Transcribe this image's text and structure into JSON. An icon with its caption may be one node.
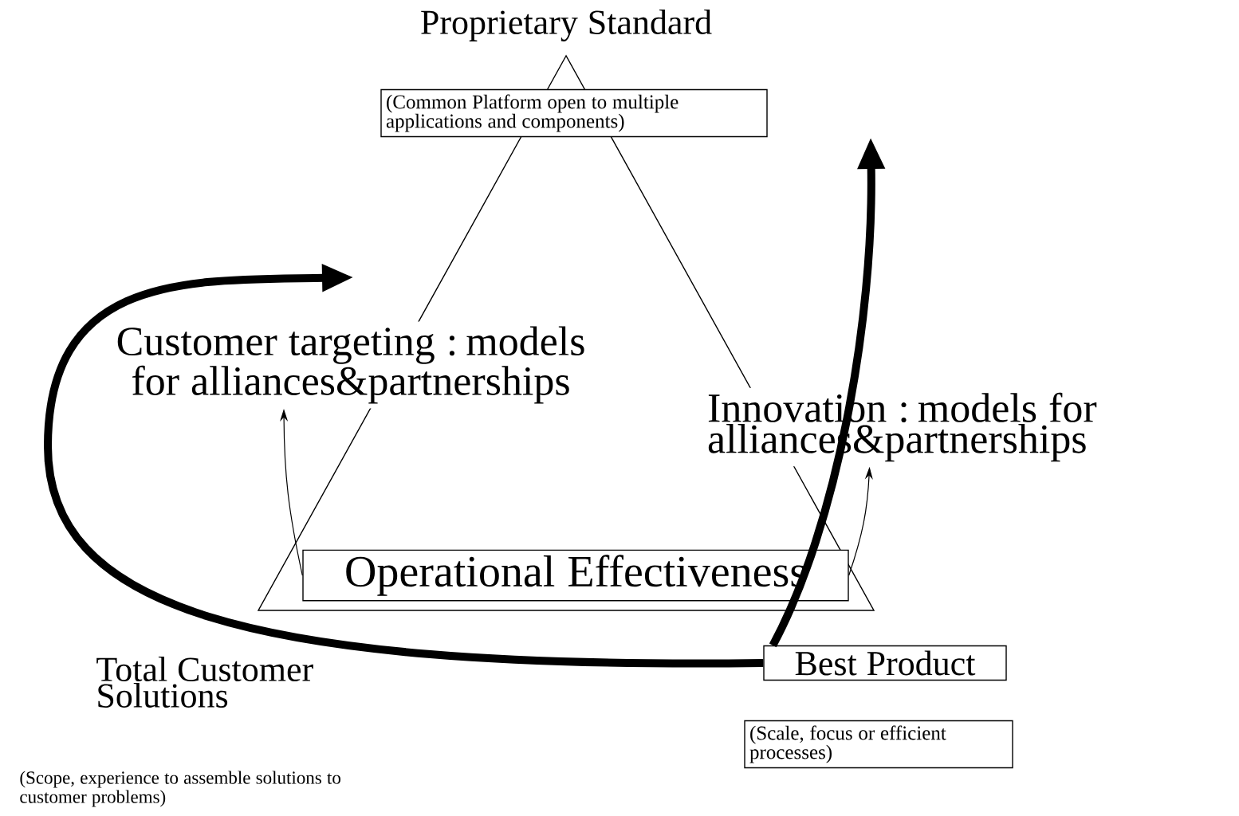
{
  "diagram": {
    "nodes": [
      {
        "text": [
          "(Common Platform open to multiple applications and components)"
        ]
      },
      {
        "text": [
          "Customer targeting : models for alliances&partnerships"
        ]
      },
      {
        "text": [
          "Innovation : models for alliances&partnerships"
        ]
      },
      {
        "text": [
          "Operational Effectiveness"
        ]
      },
      {
        "text": [
          "Best Product"
        ]
      },
      {
        "text": [
          "(Scale, focus or efficient processes)"
        ]
      }
    ],
    "edges": [
      {
        "from": 3,
        "to": 1,
        "arrow": "to"
      },
      {
        "from": 3,
        "to": 2,
        "arrow": "to"
      },
      {
        "from": 4,
        "to": null,
        "arrow": "to",
        "style": "thick"
      },
      {
        "from": 4,
        "to": null,
        "arrow": "to",
        "style": "thick"
      }
    ],
    "labels": [
      "Proprietary Standard",
      "Total Customer Solutions",
      "(Scope, experience to assemble solutions to customer problems)"
    ]
  }
}
